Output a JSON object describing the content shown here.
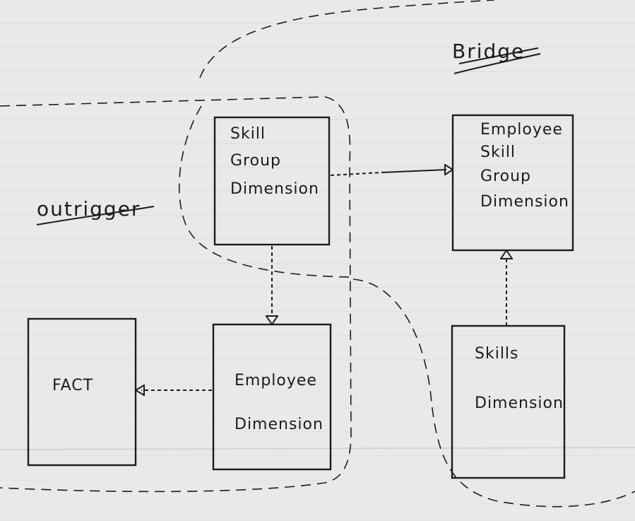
{
  "regions": {
    "outrigger": "outrigger",
    "bridge": "Bridge"
  },
  "entities": {
    "fact": "FACT",
    "skill_group": [
      "Skill",
      "Group",
      "Dimension"
    ],
    "employee": [
      "Employee",
      "Dimension"
    ],
    "employee_skill_group": [
      "Employee",
      "Skill",
      "Group",
      "Dimension"
    ],
    "skills": [
      "Skills",
      "Dimension"
    ]
  }
}
